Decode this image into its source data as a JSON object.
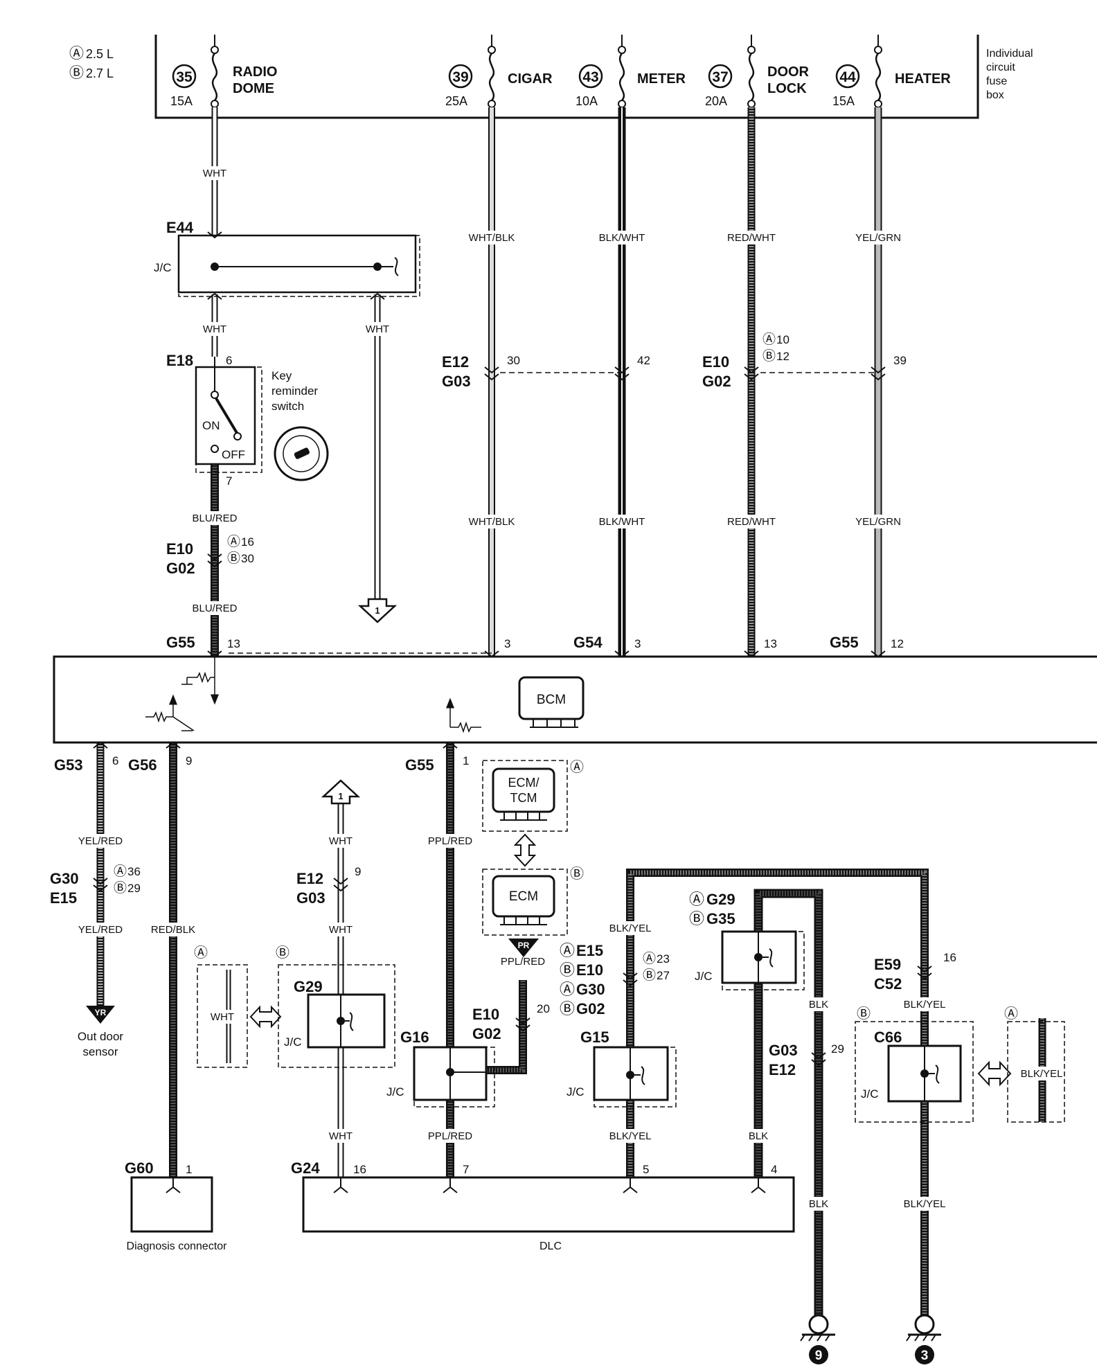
{
  "legend": {
    "a": "2.5 L",
    "b": "2.7 L"
  },
  "fuse_box": {
    "label_lines": [
      "Individual",
      "circuit",
      "fuse",
      "box"
    ]
  },
  "fuses": [
    {
      "key": "radio-dome",
      "number": "35",
      "amp": "15A",
      "label_lines": [
        "RADIO",
        "DOME"
      ]
    },
    {
      "key": "cigar",
      "number": "39",
      "amp": "25A",
      "label_lines": [
        "CIGAR"
      ]
    },
    {
      "key": "meter",
      "number": "43",
      "amp": "10A",
      "label_lines": [
        "METER"
      ]
    },
    {
      "key": "door-lock",
      "number": "37",
      "amp": "20A",
      "label_lines": [
        "DOOR",
        "LOCK"
      ]
    },
    {
      "key": "heater",
      "number": "44",
      "amp": "15A",
      "label_lines": [
        "HEATER"
      ]
    }
  ],
  "modules": {
    "bcm": "BCM",
    "ecm_tcm": "ECM/\nTCM",
    "ecm": "ECM",
    "dlc": "DLC",
    "diagnosis_connector": "Diagnosis connector",
    "out_door_sensor": "Out door\nsensor",
    "key_reminder_switch": "Key\nreminder\nswitch",
    "switch_on": "ON",
    "switch_off": "OFF",
    "jc": "J/C"
  },
  "wire_colors": {
    "WHT": "WHT",
    "WHT_BLK": "WHT/BLK",
    "BLK_WHT": "BLK/WHT",
    "RED_WHT": "RED/WHT",
    "YEL_GRN": "YEL/GRN",
    "BLU_RED": "BLU/RED",
    "YEL_RED": "YEL/RED",
    "RED_BLK": "RED/BLK",
    "PPL_RED": "PPL/RED",
    "BLK_YEL": "BLK/YEL",
    "BLK": "BLK"
  },
  "connectors": {
    "E44": "E44",
    "E18": "E18",
    "E12": "E12",
    "G03": "G03",
    "E10": "E10",
    "G02": "G02",
    "G55": "G55",
    "G54": "G54",
    "G53": "G53",
    "G56": "G56",
    "G30": "G30",
    "E15": "E15",
    "G29": "G29",
    "G16": "G16",
    "G15": "G15",
    "G35": "G35",
    "E59": "E59",
    "C52": "C52",
    "C66": "C66",
    "G60": "G60",
    "G24": "G24"
  },
  "pins": {
    "p1": "1",
    "p3": "3",
    "p4": "4",
    "p5": "5",
    "p6": "6",
    "p7": "7",
    "p9": "9",
    "p12": "12",
    "p13": "13",
    "p16": "16",
    "p20": "20",
    "p29": "29",
    "p30": "30",
    "p39": "39",
    "p42": "42",
    "pa10": "10",
    "pb12": "12",
    "pa16": "16",
    "pb30": "30",
    "pa36": "36",
    "pb29": "29",
    "pa23": "23",
    "pb27": "27"
  },
  "symbols": {
    "circle_a": "Ⓐ",
    "circle_b": "Ⓑ",
    "arrow_ref": "1",
    "tag_yr": "YR",
    "tag_pr": "PR",
    "ground_9": "9",
    "ground_3": "3"
  },
  "colors": {
    "line": "#111111",
    "wire_dark": "#3a3a3a",
    "wire_light": "#c8c8c8",
    "wire_mid": "#8a8a8a"
  }
}
